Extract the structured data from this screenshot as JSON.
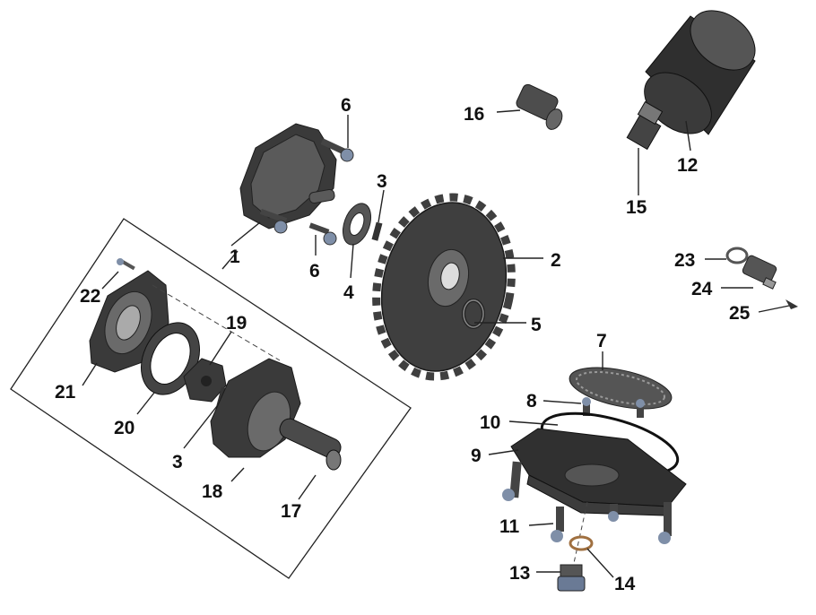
{
  "labels": {
    "l1": "1",
    "l2": "2",
    "l3a": "3",
    "l3b": "3",
    "l4": "4",
    "l5": "5",
    "l6a": "6",
    "l6b": "6",
    "l7": "7",
    "l8": "8",
    "l9": "9",
    "l10": "10",
    "l11": "11",
    "l12": "12",
    "l13": "13",
    "l14": "14",
    "l15": "15",
    "l16": "16",
    "l17": "17",
    "l18": "18",
    "l19": "19",
    "l20": "20",
    "l21": "21",
    "l22": "22",
    "l23": "23",
    "l24": "24",
    "l25": "25"
  },
  "colors": {
    "part_dark": "#3a3a3a",
    "part_mid": "#5a5a5a",
    "part_light": "#8a8a8a",
    "bolt_head": "#7f8fa8"
  }
}
